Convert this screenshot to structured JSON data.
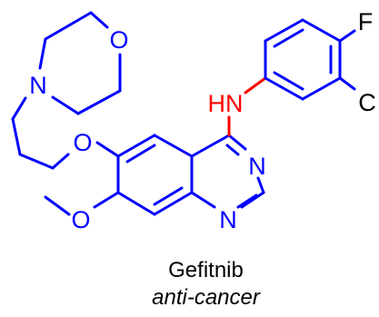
{
  "molecule": {
    "name": "Gefitnib",
    "activity": "anti-cancer",
    "atoms": {
      "morpholine_oxygen": "O",
      "morpholine_nitrogen": "N",
      "ether_oxygen": "O",
      "methoxy_oxygen": "O",
      "amine": "HN",
      "ring_nitrogen_upper": "N",
      "ring_nitrogen_lower": "N",
      "fluorine": "F",
      "chlorine": "C"
    },
    "colors": {
      "bond": "#0000ff",
      "amine": "#ff0000",
      "halogen": "#000000",
      "caption": "#000000"
    }
  }
}
